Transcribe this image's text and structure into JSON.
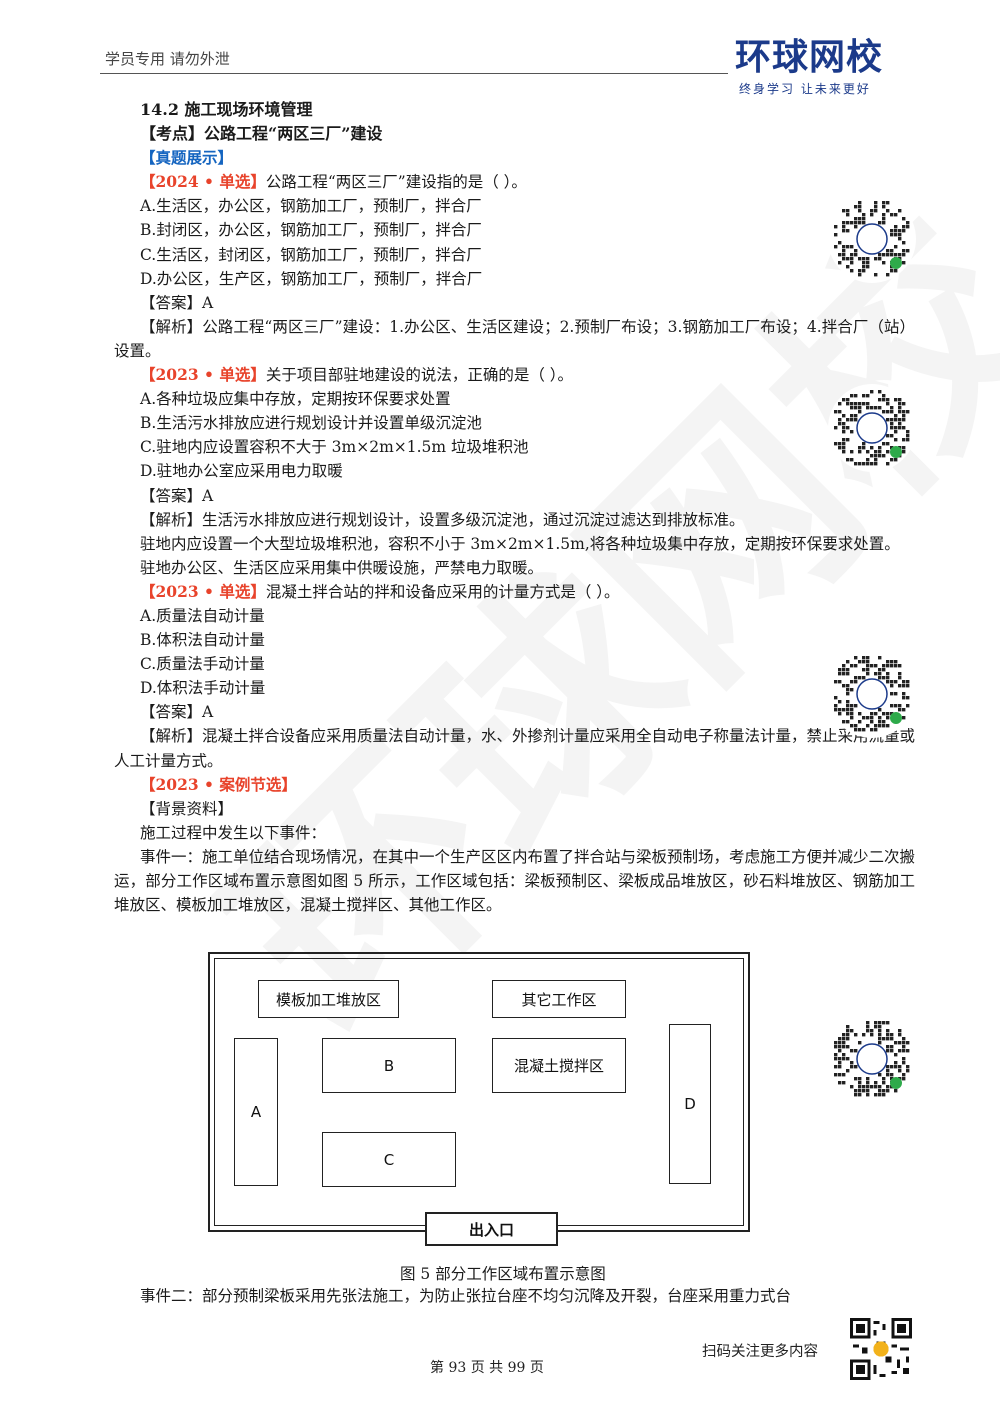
{
  "header": {
    "notice": "学员专用 请勿外泄",
    "logo_text": "环球网校",
    "logo_tagline": "终身学习 让未来更好"
  },
  "watermark": "环球网校",
  "section": {
    "number_title": "14.2 施工现场环境管理",
    "topic": "【考点】公路工程“两区三厂”建设",
    "heading": "【真题展示】"
  },
  "q1": {
    "tag": "【2024 • 单选】",
    "stem": "公路工程“两区三厂”建设指的是（    ）。",
    "options": [
      "A.生活区，办公区，钢筋加工厂，预制厂，拌合厂",
      "B.封闭区，办公区，钢筋加工厂，预制厂，拌合厂",
      "C.生活区，封闭区，钢筋加工厂，预制厂，拌合厂",
      "D.办公区，生产区，钢筋加工厂，预制厂，拌合厂"
    ],
    "answer": "【答案】A",
    "analysis": "【解析】公路工程“两区三厂”建设：1.办公区、生活区建设；2.预制厂布设；3.钢筋加工厂布设；4.拌合厂（站）设置。"
  },
  "q2": {
    "tag": "【2023 • 单选】",
    "stem": "关于项目部驻地建设的说法，正确的是（    ）。",
    "options": [
      "A.各种垃圾应集中存放，定期按环保要求处置",
      "B.生活污水排放应进行规划设计并设置单级沉淀池",
      "C.驻地内应设置容积不大于 3m×2m×1.5m 垃圾堆积池",
      "D.驻地办公室应采用电力取暖"
    ],
    "answer": "【答案】A",
    "analysis": "【解析】生活污水排放应进行规划设计，设置多级沉淀池，通过沉淀过滤达到排放标准。",
    "para1": "驻地内应设置一个大型垃圾堆积池，容积不小于 3m×2m×1.5m,将各种垃圾集中存放，定期按环保要求处置。",
    "para2": "驻地办公区、生活区应采用集中供暖设施，严禁电力取暖。"
  },
  "q3": {
    "tag": "【2023 • 单选】",
    "stem": "混凝土拌合站的拌和设备应采用的计量方式是（    ）。",
    "options": [
      "A.质量法自动计量",
      "B.体积法自动计量",
      "C.质量法手动计量",
      "D.体积法手动计量"
    ],
    "answer": "【答案】A",
    "analysis": "【解析】混凝土拌合设备应采用质量法自动计量，水、外掺剂计量应采用全自动电子称量法计量，禁止采用流量或人工计量方式。"
  },
  "case": {
    "tag": "【2023 • 案例节选】",
    "background": "【背景资料】",
    "intro": "施工过程中发生以下事件：",
    "event1": "事件一：施工单位结合现场情况，在其中一个生产区区内布置了拌合站与梁板预制场，考虑施工方便并减少二次搬运，部分工作区域布置示意图如图 5 所示，工作区域包括：梁板预制区、梁板成品堆放区，砂石料堆放区、钢筋加工堆放区、模板加工堆放区，混凝土搅拌区、其他工作区。",
    "event2": "事件二：部分预制梁板采用先张法施工，为防止张拉台座不均匀沉降及开裂，台座采用重力式台"
  },
  "diagram": {
    "formwork": "模板加工堆放区",
    "other": "其它工作区",
    "mixing": "混凝土搅拌区",
    "a": "A",
    "b": "B",
    "c": "C",
    "d": "D",
    "entrance": "出入口",
    "caption": "图 5   部分工作区域布置示意图"
  },
  "footer": {
    "scan_text": "扫码关注更多内容",
    "page": "第 93 页 共 99 页"
  },
  "colors": {
    "red_tag": "#e8432b",
    "blue_tag": "#1565c0",
    "logo": "#1b3a8a",
    "qr_green": "#2eaa4a"
  }
}
